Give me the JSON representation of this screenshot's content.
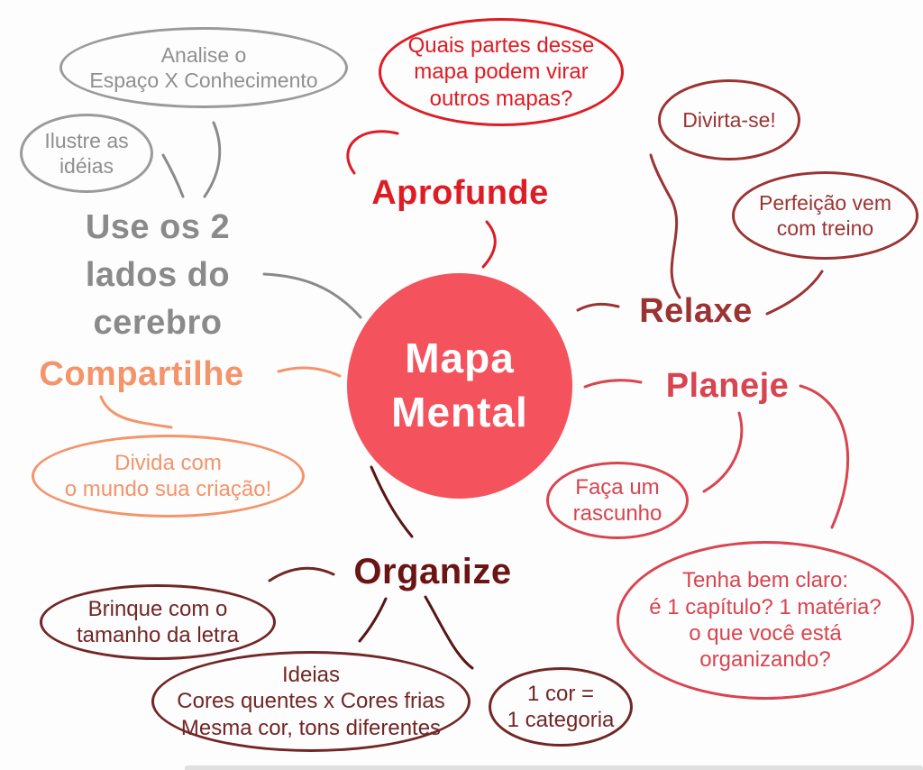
{
  "title": "Mapa Mental",
  "center": {
    "label": "Mapa\nMental",
    "fill_color": "#f4535e",
    "text_color": "#ffffff"
  },
  "branches": [
    {
      "id": "use-2-lados",
      "label": "Use os 2\nlados do\ncerebro",
      "color": "#8a8a8a",
      "bubbles": [
        {
          "id": "analise",
          "text": "Analise o\nEspaço X Conhecimento"
        },
        {
          "id": "ilustre",
          "text": "Ilustre as\nidéias"
        }
      ]
    },
    {
      "id": "aprofunde",
      "label": "Aprofunde",
      "color": "#dd1c24",
      "bubbles": [
        {
          "id": "quais-partes",
          "text": "Quais partes desse\nmapa podem virar\noutros mapas?"
        }
      ]
    },
    {
      "id": "relaxe",
      "label": "Relaxe",
      "color": "#9b3333",
      "bubbles": [
        {
          "id": "divirta",
          "text": "Divirta-se!"
        },
        {
          "id": "perfeicao",
          "text": "Perfeição vem\ncom treino"
        }
      ]
    },
    {
      "id": "planeje",
      "label": "Planeje",
      "color": "#d84450",
      "bubbles": [
        {
          "id": "faca-rascunho",
          "text": "Faça um\nrascunho"
        },
        {
          "id": "tenha-claro",
          "text": "Tenha bem claro:\né 1 capítulo? 1 matéria?\no que você está\norganizando?"
        }
      ]
    },
    {
      "id": "compartilhe",
      "label": "Compartilhe",
      "color": "#f4946b",
      "bubbles": [
        {
          "id": "divida",
          "text": "Divida com\no mundo sua criação!"
        }
      ]
    },
    {
      "id": "organize",
      "label": "Organize",
      "color": "#6b1414",
      "bubble_color": "#722626",
      "bubbles": [
        {
          "id": "brinque",
          "text": "Brinque com o\ntamanho da letra"
        },
        {
          "id": "ideias-cores",
          "text": "Ideias\nCores quentes x Cores frias\nMesma cor, tons diferentes"
        },
        {
          "id": "uma-cor",
          "text": "1 cor =\n1 categoria"
        }
      ]
    }
  ]
}
